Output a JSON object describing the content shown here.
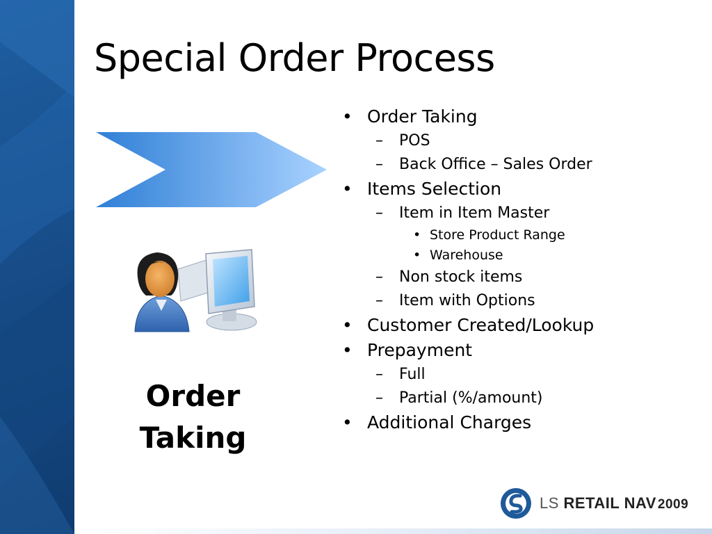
{
  "slide": {
    "title": "Special Order Process",
    "caption_line1": "Order",
    "caption_line2": "Taking"
  },
  "bullets": [
    {
      "level": 1,
      "marker": "•",
      "text": "Order Taking"
    },
    {
      "level": 2,
      "marker": "–",
      "text": "POS"
    },
    {
      "level": 2,
      "marker": "–",
      "text": "Back Office – Sales Order"
    },
    {
      "level": 1,
      "marker": "•",
      "text": "Items Selection"
    },
    {
      "level": 2,
      "marker": "–",
      "text": "Item in Item Master"
    },
    {
      "level": 3,
      "marker": "•",
      "text": "Store Product Range"
    },
    {
      "level": 3,
      "marker": "•",
      "text": "Warehouse"
    },
    {
      "level": 2,
      "marker": "–",
      "text": "Non stock items"
    },
    {
      "level": 2,
      "marker": "–",
      "text": "Item with Options"
    },
    {
      "level": 1,
      "marker": "•",
      "text": "Customer Created/Lookup"
    },
    {
      "level": 1,
      "marker": "•",
      "text": "Prepayment"
    },
    {
      "level": 2,
      "marker": "–",
      "text": "Full"
    },
    {
      "level": 2,
      "marker": "–",
      "text": "Partial (%/amount)"
    },
    {
      "level": 1,
      "marker": "•",
      "text": "Additional Charges"
    }
  ],
  "logo": {
    "ls": "LS",
    "brand": "RETAIL NAV",
    "year": "2009"
  },
  "colors": {
    "side_band": "#184f8c",
    "chevron_start": "#2f7fd6",
    "chevron_end": "#a9d2ff",
    "logo_blue": "#1f5a9a"
  },
  "icons": {
    "chevron": "chevron-arrow-icon",
    "person": "person-at-computer-icon",
    "logo": "ls-retail-logo-icon"
  }
}
